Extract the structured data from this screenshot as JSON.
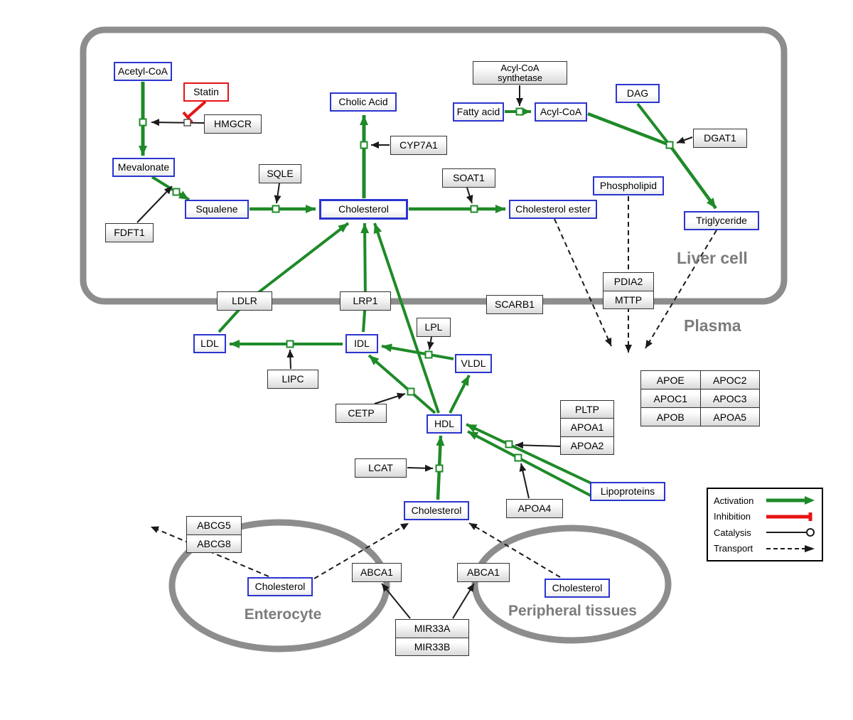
{
  "colors": {
    "activation": "#1e8a28",
    "inhibition": "#e81313",
    "metabolite_border": "#2b35cf",
    "region": "#8d8d8d"
  },
  "regions": {
    "liver": "Liver cell",
    "plasma": "Plasma",
    "enterocyte": "Enterocyte",
    "peripheral": "Peripheral tissues"
  },
  "legend": {
    "activation": "Activation",
    "inhibition": "Inhibition",
    "catalysis": "Catalysis",
    "transport": "Transport"
  },
  "nodes": {
    "acetyl_coa": "Acetyl-CoA",
    "statin": "Statin",
    "hmgcr": "HMGCR",
    "cholic_acid": "Cholic Acid",
    "acs_line1": "Acyl-CoA",
    "acs_line2": "synthetase",
    "fatty_acid": "Fatty acid",
    "acyl_coa": "Acyl-CoA",
    "dag": "DAG",
    "dgat1": "DGAT1",
    "mevalonate": "Mevalonate",
    "sqle": "SQLE",
    "cyp7a1": "CYP7A1",
    "soat1": "SOAT1",
    "squalene": "Squalene",
    "cholesterol_liver": "Cholesterol",
    "cholesterol_ester": "Cholesterol ester",
    "phospholipid": "Phospholipid",
    "triglyceride": "Triglyceride",
    "fdft1": "FDFT1",
    "ldlr": "LDLR",
    "lrp1": "LRP1",
    "scarb1": "SCARB1",
    "pdia2": "PDIA2",
    "mttp": "MTTP",
    "ldl": "LDL",
    "idl": "IDL",
    "lpl": "LPL",
    "vldl": "VLDL",
    "lipc": "LIPC",
    "cetp": "CETP",
    "hdl": "HDL",
    "lcat": "LCAT",
    "apoa4": "APOA4",
    "lipoproteins": "Lipoproteins",
    "cholesterol_plasma": "Cholesterol",
    "pltp": "PLTP",
    "apoa1": "APOA1",
    "apoa2": "APOA2",
    "abcg5": "ABCG5",
    "abcg8": "ABCG8",
    "cholesterol_enterocyte": "Cholesterol",
    "abca1_enterocyte": "ABCA1",
    "abca1_peripheral": "ABCA1",
    "cholesterol_peripheral": "Cholesterol",
    "mir33a": "MIR33A",
    "mir33b": "MIR33B"
  },
  "apo_table": {
    "rows": [
      [
        "APOE",
        "APOC2"
      ],
      [
        "APOC1",
        "APOC3"
      ],
      [
        "APOB",
        "APOA5"
      ]
    ]
  }
}
